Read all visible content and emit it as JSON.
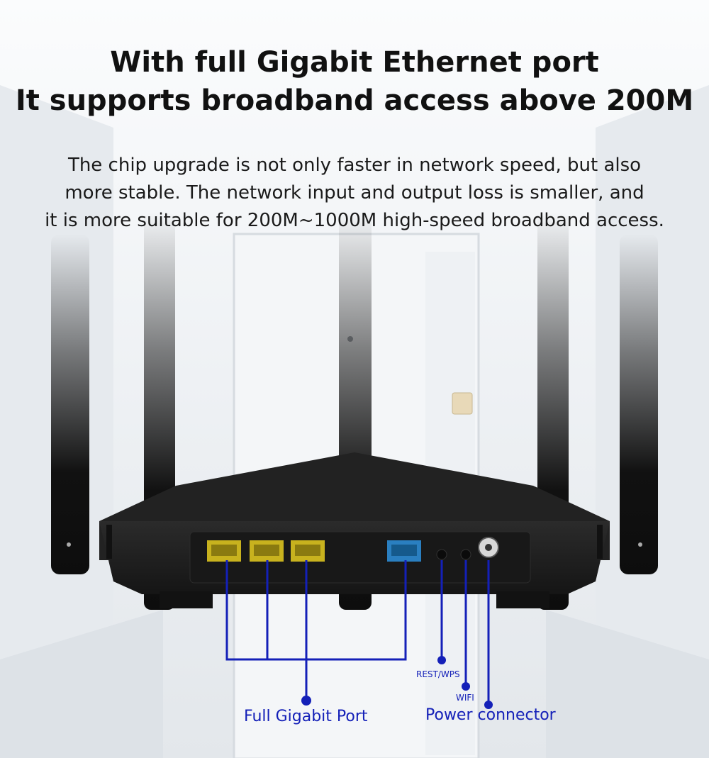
{
  "headline": {
    "line1": "With full Gigabit Ethernet port",
    "line2": "It supports broadband access above 200M"
  },
  "description": {
    "line1": "The chip upgrade is not only faster in network speed, but also",
    "line2": "more stable. The network input and output loss is smaller, and",
    "line3": "it is more suitable for 200M~1000M high-speed broadband access."
  },
  "callouts": {
    "gigabit_port": "Full Gigabit Port",
    "reset_wps": "REST/WPS",
    "wifi": "WIFI",
    "power": "Power connector"
  },
  "colors": {
    "callout": "#1420b8",
    "lan_port": "#c8b21e",
    "wan_port": "#2a7fc0",
    "router_body": "#1c1c1c"
  }
}
